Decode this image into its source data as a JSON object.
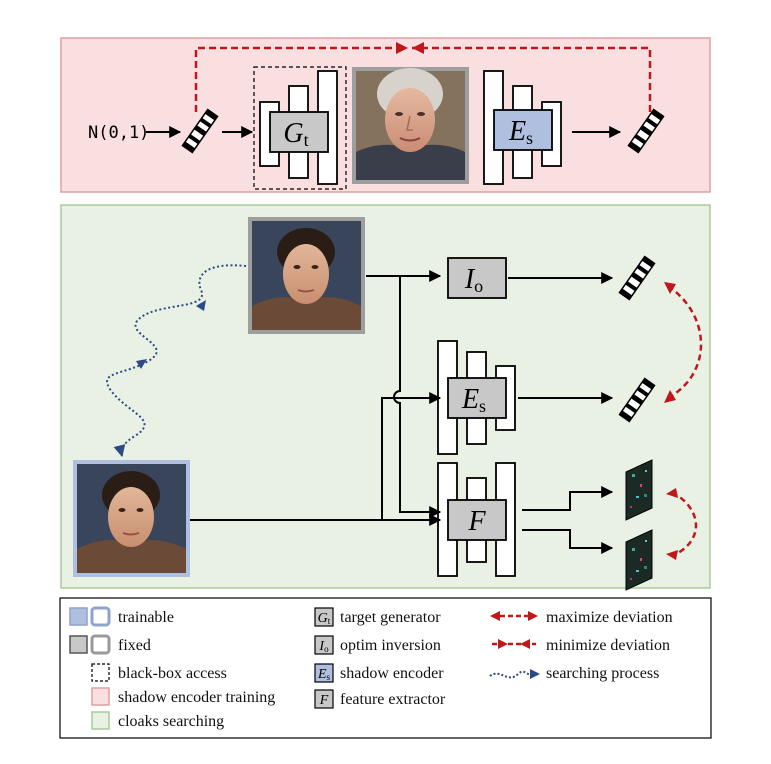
{
  "noise_label": "N(0,1)",
  "symbols": {
    "Gt": {
      "main": "G",
      "sub": "t"
    },
    "Es": {
      "main": "E",
      "sub": "s"
    },
    "Io": {
      "main": "I",
      "sub": "o"
    },
    "F": {
      "main": "F"
    }
  },
  "legend": {
    "trainable": "trainable",
    "fixed": "fixed",
    "black_box": "black-box access",
    "shadow_training": "shadow encoder training",
    "cloaks_searching": "cloaks searching",
    "target_generator": "target generator",
    "optim_inversion": "optim inversion",
    "shadow_encoder": "shadow encoder",
    "feature_extractor": "feature extractor",
    "maximize": "maximize deviation",
    "minimize": "minimize deviation",
    "searching": "searching process"
  },
  "colors": {
    "pink_panel": "#f9dfdf",
    "pink_border": "#e0a0a0",
    "green_panel": "#e8f1e3",
    "green_border": "#aacb98",
    "trainable_fill": "#aebfe0",
    "trainable_border": "#8fa2cc",
    "fixed_fill": "#c8c8c8",
    "fixed_border": "#999999",
    "red_arrow": "#c0171c",
    "blue_arrow": "#2c4a86"
  }
}
